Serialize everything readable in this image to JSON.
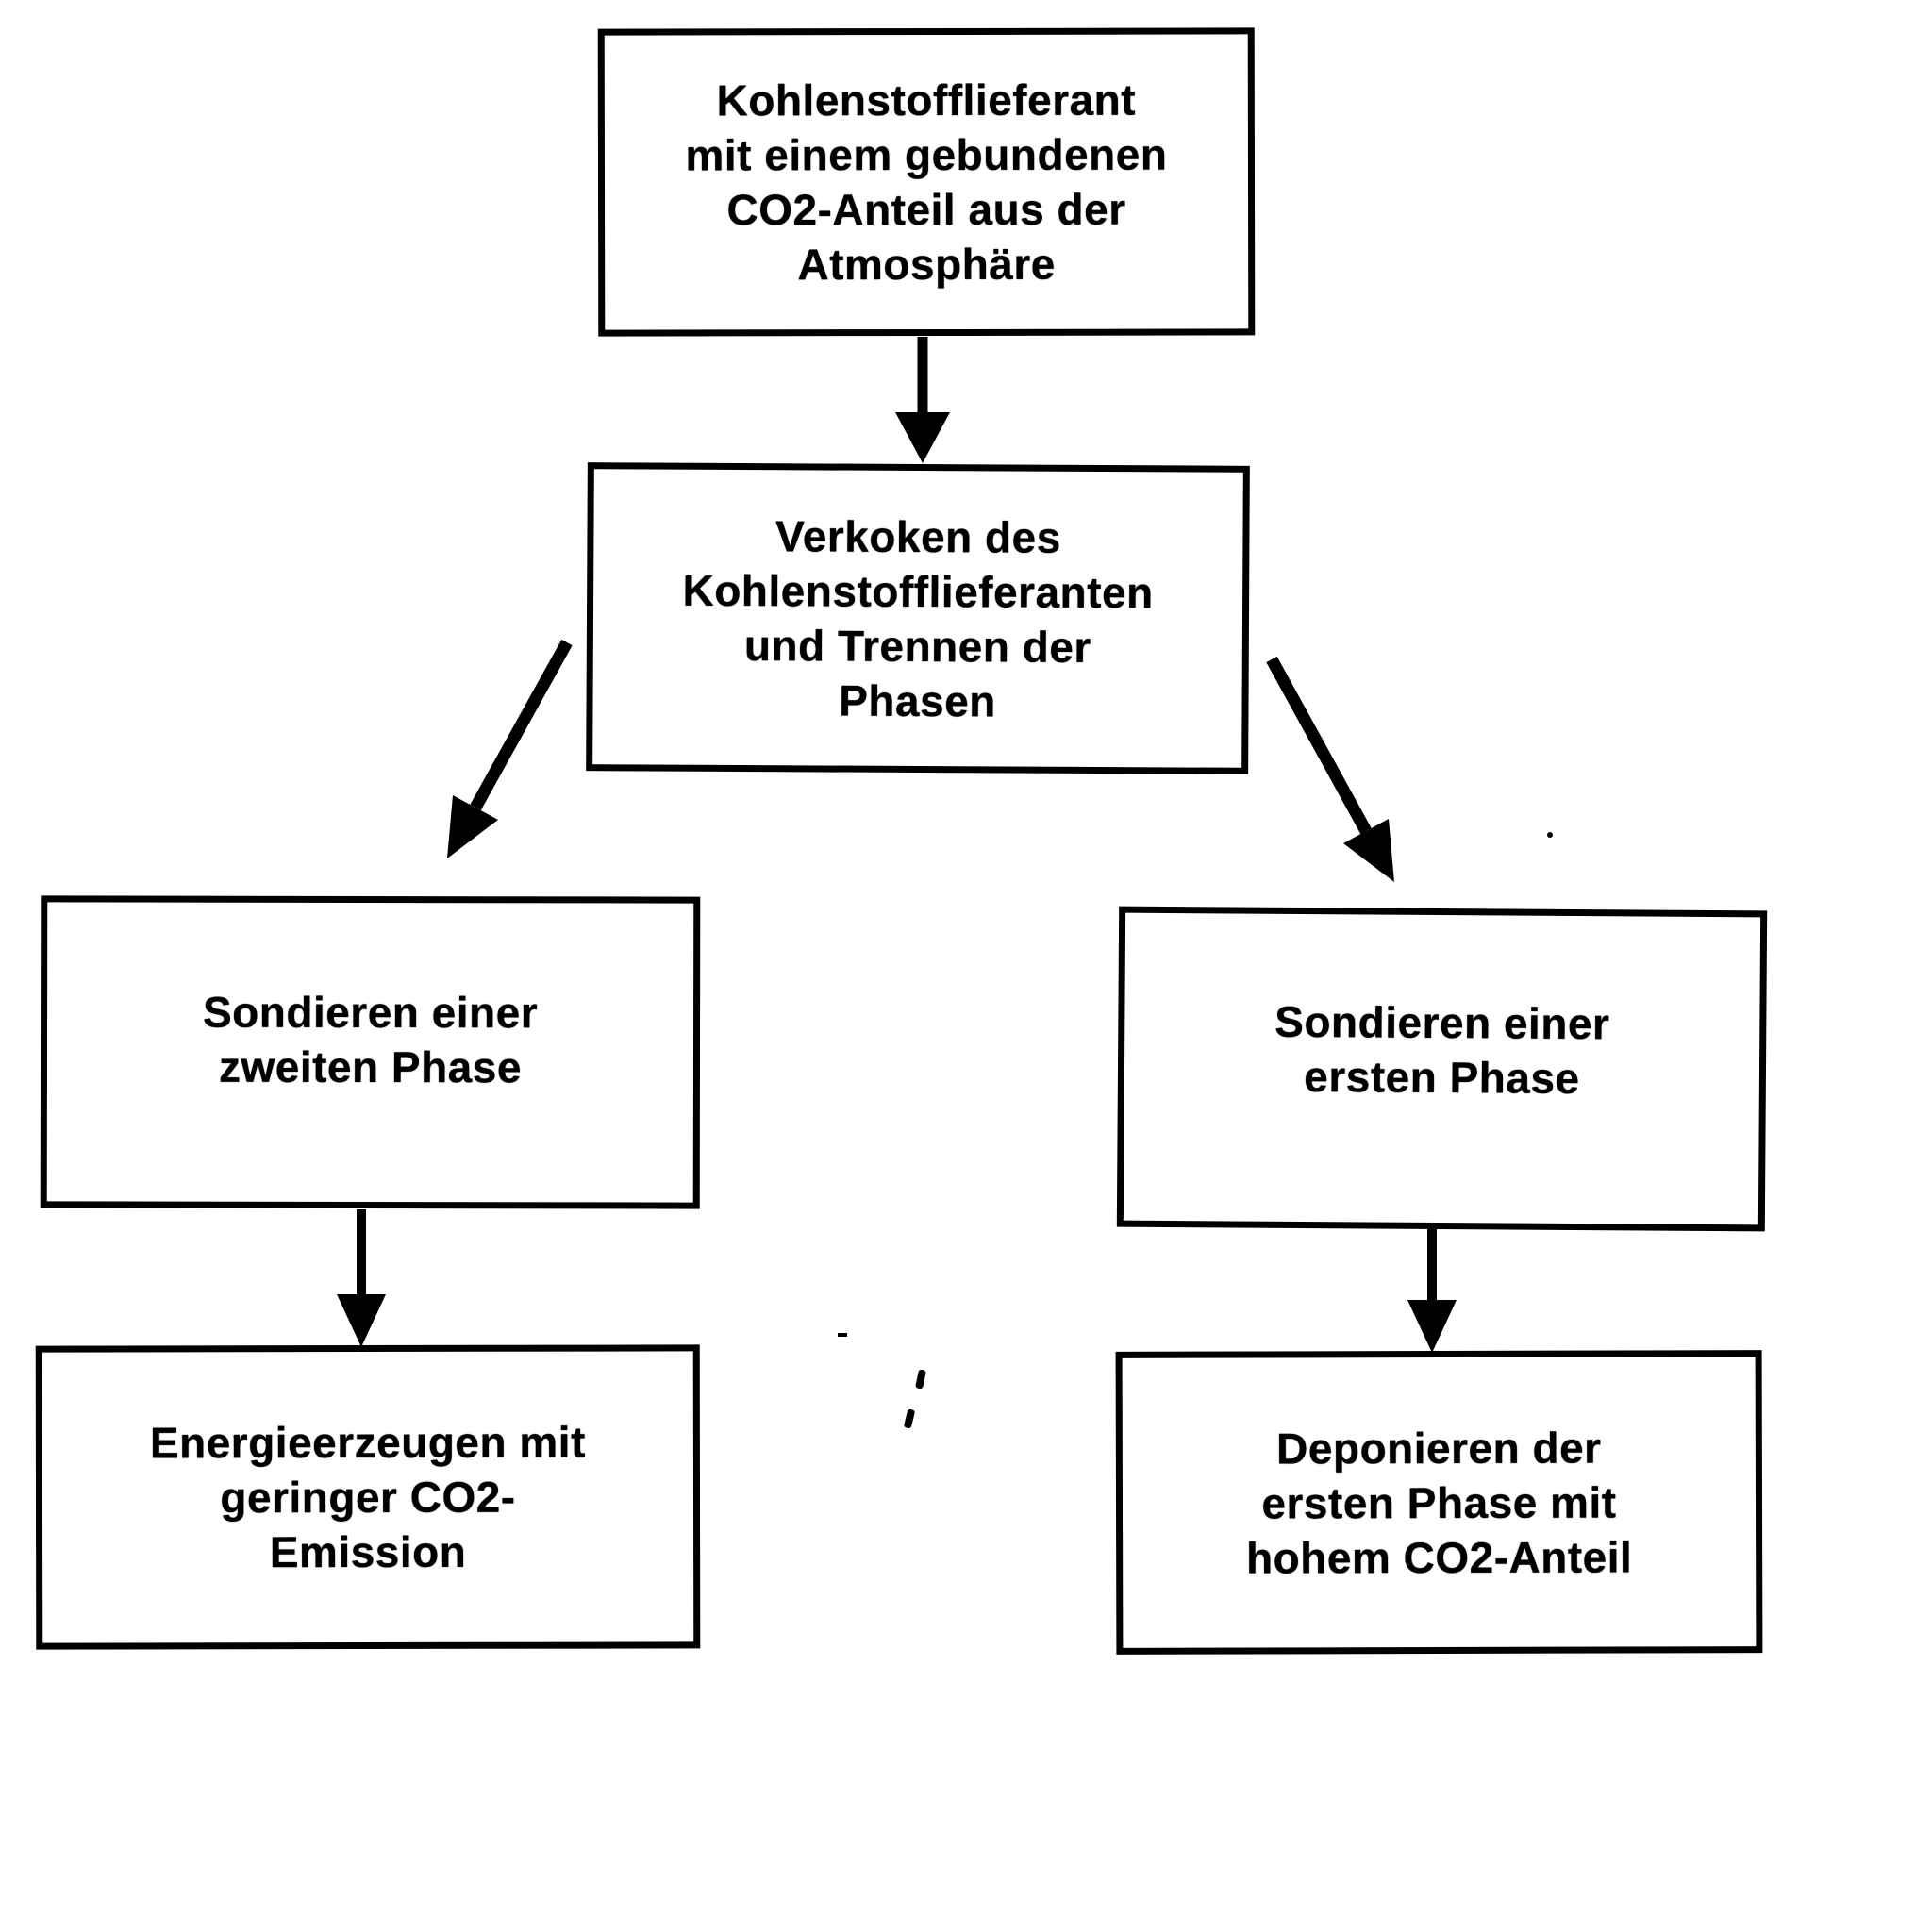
{
  "diagram": {
    "type": "flowchart",
    "language": "de",
    "background_color": "#ffffff",
    "ink_color": "#000000",
    "nodes": [
      {
        "id": "carbon-source",
        "lines": [
          "Kohlenstofflieferant",
          "mit einem gebundenen",
          "CO2-Anteil aus der",
          "Atmosphäre"
        ]
      },
      {
        "id": "coking-separation",
        "lines": [
          "Verkoken des",
          "Kohlenstofflieferanten",
          "und Trennen der",
          "Phasen"
        ]
      },
      {
        "id": "probe-second-phase",
        "lines": [
          "Sondieren einer",
          "zweiten Phase"
        ]
      },
      {
        "id": "probe-first-phase",
        "lines": [
          "Sondieren einer",
          "ersten Phase"
        ]
      },
      {
        "id": "energy-generation",
        "lines": [
          "Energieerzeugen mit",
          "geringer CO2-",
          "Emission"
        ]
      },
      {
        "id": "landfill-first-phase",
        "lines": [
          "Deponieren der",
          "ersten Phase mit",
          "hohem CO2-Anteil"
        ]
      }
    ],
    "edges": [
      {
        "from": "carbon-source",
        "to": "coking-separation",
        "style": "vertical-arrow"
      },
      {
        "from": "coking-separation",
        "to": "probe-second-phase",
        "style": "diagonal-arrow-left"
      },
      {
        "from": "coking-separation",
        "to": "probe-first-phase",
        "style": "diagonal-arrow-right"
      },
      {
        "from": "probe-second-phase",
        "to": "energy-generation",
        "style": "vertical-arrow"
      },
      {
        "from": "probe-first-phase",
        "to": "landfill-first-phase",
        "style": "vertical-arrow"
      }
    ]
  }
}
